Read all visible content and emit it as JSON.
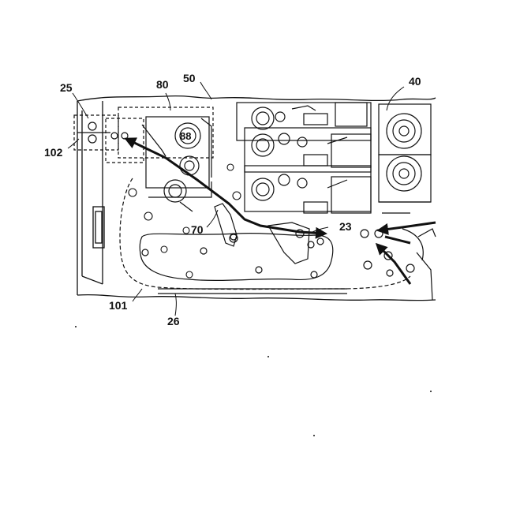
{
  "labels": {
    "l25": "25",
    "l80": "80",
    "l50": "50",
    "l40": "40",
    "l102": "102",
    "l70": "70",
    "l23": "23",
    "l101": "101",
    "l26": "26",
    "l88": "88"
  },
  "colors": {
    "ink": "#111111",
    "paper": "#ffffff"
  }
}
